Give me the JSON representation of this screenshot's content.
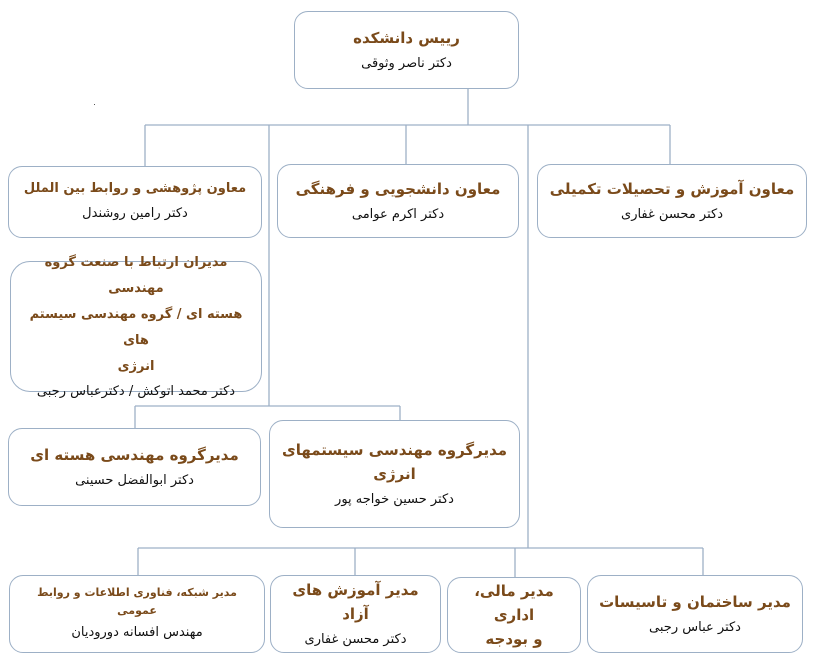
{
  "dean": {
    "title": "رییس دانشکده",
    "name": "دکتر ناصر وثوقی"
  },
  "vice_presidents": [
    {
      "title": "معاون آموزش و تحصیلات تکمیلی",
      "name": "دکتر محسن غفاری"
    },
    {
      "title": "معاون دانشجویی و فرهنگی",
      "name": "دکتر اکرم عوامی"
    },
    {
      "title": "معاون پژوهشی و روابط بین الملل",
      "name": "دکتر رامین روشندل"
    }
  ],
  "industry_liaison": {
    "title_line1": "مدیران ارتباط با صنعت گروه مهندسی",
    "title_line2": "هسته ای / گروه مهندسی سیستم های",
    "title_line3": "انرژی",
    "name": "دکتر محمد اتوکش / دکترعباس رجبی"
  },
  "departments": [
    {
      "title_line1": "مدیرگروه مهندسی سیستمهای",
      "title_line2": "انرژی",
      "name": "دکتر حسین خواجه پور"
    },
    {
      "title": "مدیرگروه مهندسی هسته ای",
      "name": "دکتر ابوالفضل حسینی"
    }
  ],
  "managers": [
    {
      "title": "مدیر ساختمان و تاسیسات",
      "name": "دکتر عباس رجبی"
    },
    {
      "title_line1": "مدیر مالی، اداری",
      "title_line2": "و بودجه"
    },
    {
      "title": "مدیر آموزش های آزاد",
      "name": "دکتر محسن غفاری"
    },
    {
      "title": "مدیر شبکه، فناوری اطلاعات و روابط عمومی",
      "name": "مهندس افسانه دوروديان"
    }
  ],
  "colors": {
    "line": "#9db0c6",
    "title": "#7a4a1a",
    "text": "#111111"
  }
}
